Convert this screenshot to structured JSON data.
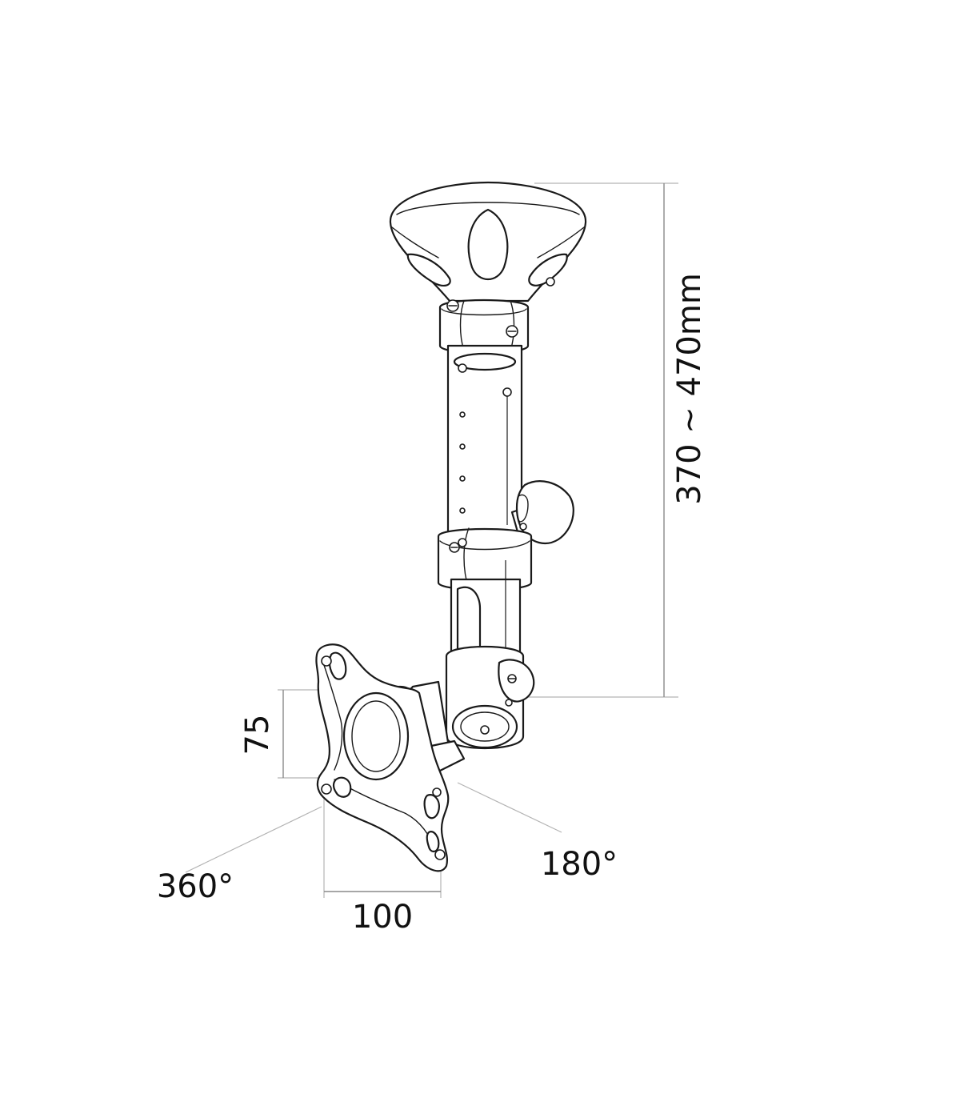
{
  "figure": {
    "labels": {
      "height_range": "370 ~ 470mm",
      "vesa_height": "75",
      "vesa_width": "100",
      "swivel_angle": "360°",
      "tilt_angle": "180°"
    }
  }
}
